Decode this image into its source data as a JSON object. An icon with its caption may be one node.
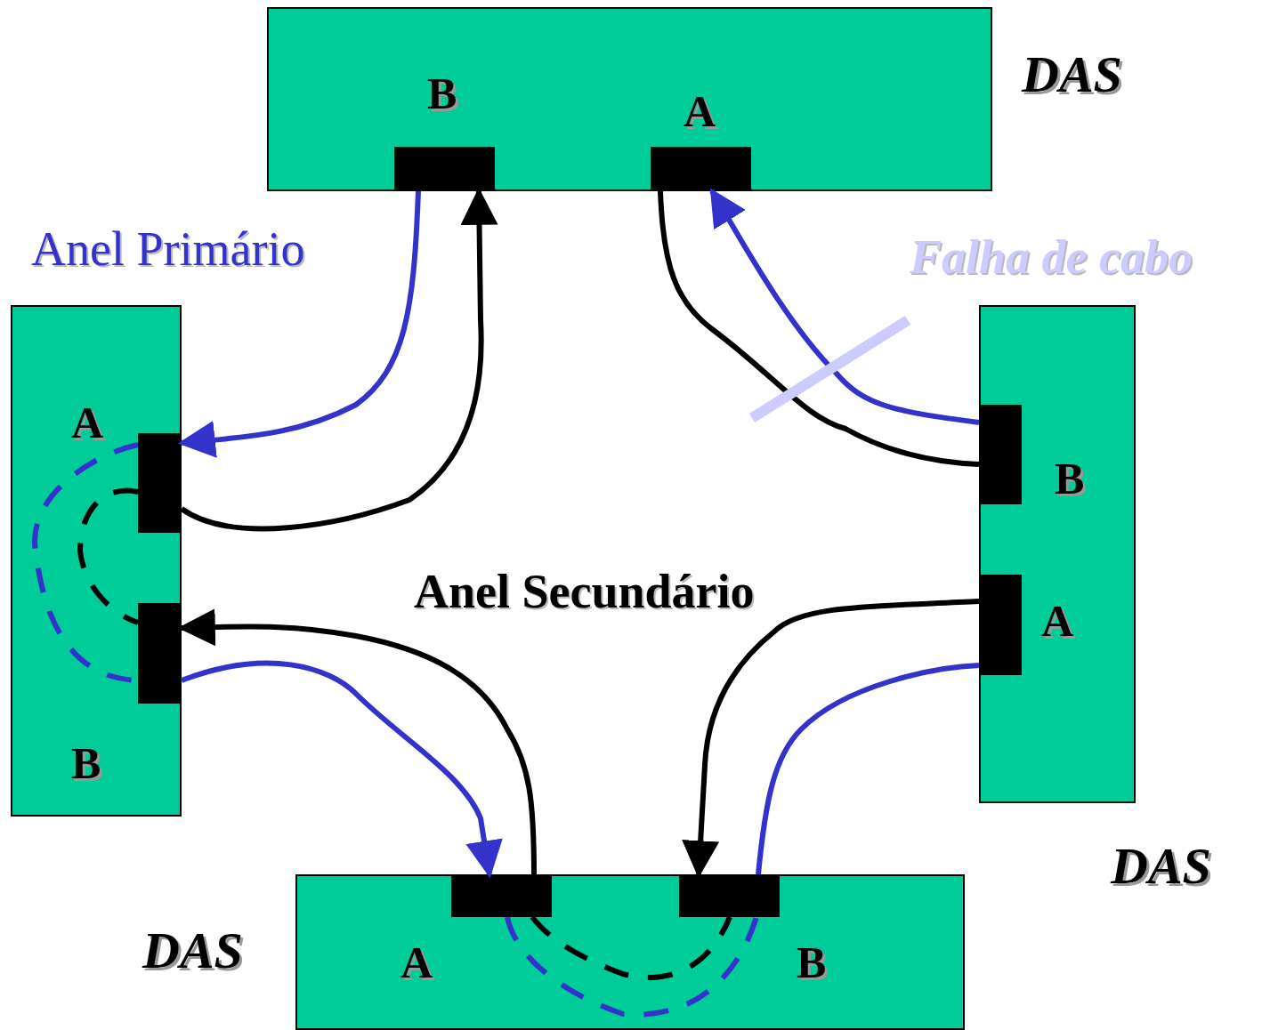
{
  "diagram": {
    "nodes": [
      {
        "text": [],
        "shape": "box",
        "beside": [
          "DAS"
        ]
      },
      {
        "text": [],
        "shape": "box",
        "in": 0,
        "beside": [
          "B"
        ]
      },
      {
        "text": [],
        "shape": "box",
        "in": 0,
        "beside": [
          "A"
        ]
      },
      {
        "text": [],
        "shape": "box"
      },
      {
        "text": [],
        "shape": "box",
        "in": 3,
        "beside": [
          "A"
        ]
      },
      {
        "text": [],
        "shape": "box",
        "in": 3,
        "beside": [
          "B"
        ]
      },
      {
        "text": [],
        "shape": "box",
        "beside": [
          "DAS"
        ]
      },
      {
        "text": [],
        "shape": "box",
        "in": 6,
        "beside": [
          "B"
        ]
      },
      {
        "text": [],
        "shape": "box",
        "in": 6,
        "beside": [
          "A"
        ]
      },
      {
        "text": [],
        "shape": "box",
        "beside": [
          "DAS"
        ]
      },
      {
        "text": [],
        "shape": "box",
        "in": 9,
        "beside": [
          "A"
        ]
      },
      {
        "text": [],
        "shape": "box",
        "in": 9,
        "beside": [
          "B"
        ]
      }
    ],
    "edges": [
      {
        "from": 1,
        "to": 4,
        "arrow": "to",
        "color": "#3333cc"
      },
      {
        "from": 4,
        "to": 1,
        "arrow": "to",
        "color": "#000000"
      },
      {
        "from": 7,
        "to": 2,
        "arrow": "to",
        "color": "#3333cc"
      },
      {
        "from": 2,
        "to": 7,
        "arrow": "none",
        "color": "#000000"
      },
      {
        "from": 8,
        "to": 11,
        "arrow": "to",
        "color": "#000000"
      },
      {
        "from": 11,
        "to": 8,
        "arrow": "none",
        "color": "#3333cc"
      },
      {
        "from": 5,
        "to": 10,
        "arrow": "to",
        "color": "#3333cc"
      },
      {
        "from": 10,
        "to": 5,
        "arrow": "to",
        "color": "#000000"
      },
      {
        "from": 4,
        "to": 5,
        "arrow": "none",
        "style": "dashed",
        "color": "#3333cc"
      },
      {
        "from": 4,
        "to": 5,
        "arrow": "none",
        "style": "dashed",
        "color": "#000000"
      },
      {
        "from": 10,
        "to": 11,
        "arrow": "none",
        "style": "dashed",
        "color": "#3333cc"
      },
      {
        "from": 10,
        "to": 11,
        "arrow": "none",
        "style": "dashed",
        "color": "#000000"
      }
    ],
    "labels": [
      "Anel Primário",
      "Falha de cabo",
      "Anel Secundário"
    ]
  }
}
